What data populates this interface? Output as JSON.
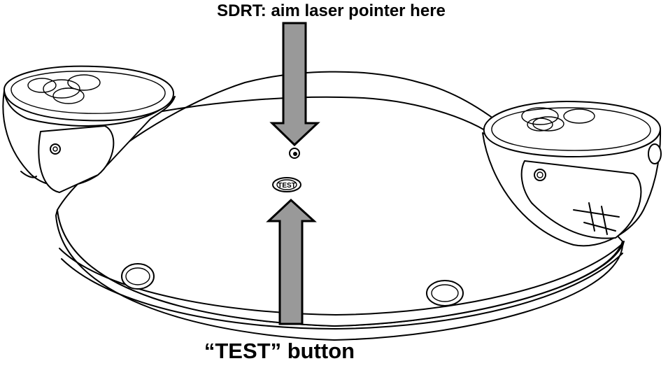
{
  "labels": {
    "sdrt_target": "SDRT: aim laser pointer here",
    "test_button": "“TEST” button"
  },
  "button_text": "TEST",
  "colors": {
    "arrow_fill": "#999999",
    "line": "#000000",
    "background": "#ffffff"
  }
}
